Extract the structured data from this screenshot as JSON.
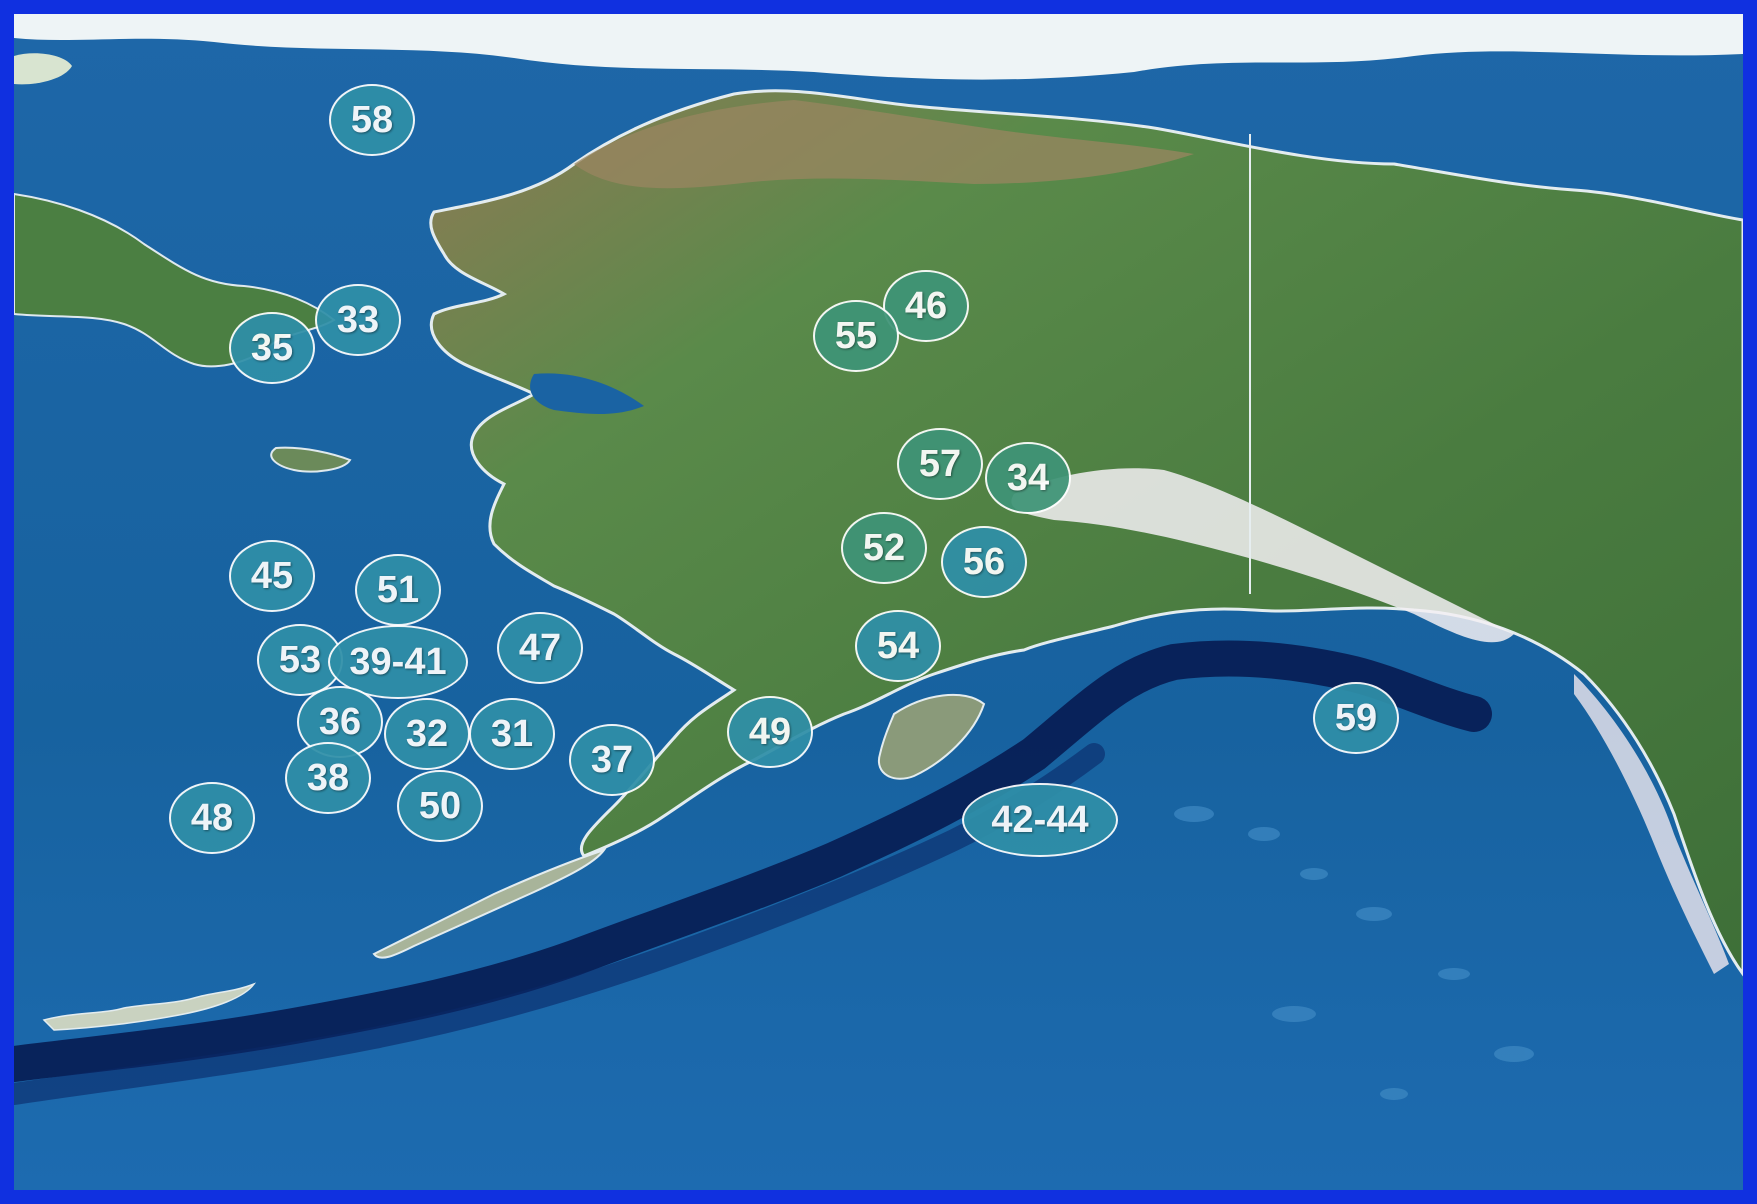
{
  "colors": {
    "frame": "#1030e0",
    "ocean": "#15619f",
    "deep_ocean": "#0a2868",
    "trench": "#071c52",
    "land": "#4f8146",
    "land_dark": "#35622f",
    "tundra": "#9a8660",
    "ice": "#eef4f6",
    "coast": "#dfe9ee",
    "marker_ocean": "#2f8fa8",
    "marker_land": "#3f9477",
    "marker_text": "#ffffff"
  },
  "markers": [
    {
      "label": "58",
      "kind": "ocean"
    },
    {
      "label": "33",
      "kind": "ocean"
    },
    {
      "label": "35",
      "kind": "ocean"
    },
    {
      "label": "46",
      "kind": "land"
    },
    {
      "label": "55",
      "kind": "land"
    },
    {
      "label": "57",
      "kind": "land"
    },
    {
      "label": "34",
      "kind": "land"
    },
    {
      "label": "52",
      "kind": "land"
    },
    {
      "label": "56",
      "kind": "ocean"
    },
    {
      "label": "45",
      "kind": "ocean"
    },
    {
      "label": "51",
      "kind": "ocean"
    },
    {
      "label": "53",
      "kind": "ocean"
    },
    {
      "label": "39-41",
      "kind": "ocean"
    },
    {
      "label": "47",
      "kind": "ocean"
    },
    {
      "label": "54",
      "kind": "ocean"
    },
    {
      "label": "36",
      "kind": "ocean"
    },
    {
      "label": "32",
      "kind": "ocean"
    },
    {
      "label": "31",
      "kind": "ocean"
    },
    {
      "label": "37",
      "kind": "ocean"
    },
    {
      "label": "49",
      "kind": "ocean"
    },
    {
      "label": "59",
      "kind": "ocean"
    },
    {
      "label": "38",
      "kind": "ocean"
    },
    {
      "label": "50",
      "kind": "ocean"
    },
    {
      "label": "48",
      "kind": "ocean"
    },
    {
      "label": "42-44",
      "kind": "ocean"
    }
  ]
}
